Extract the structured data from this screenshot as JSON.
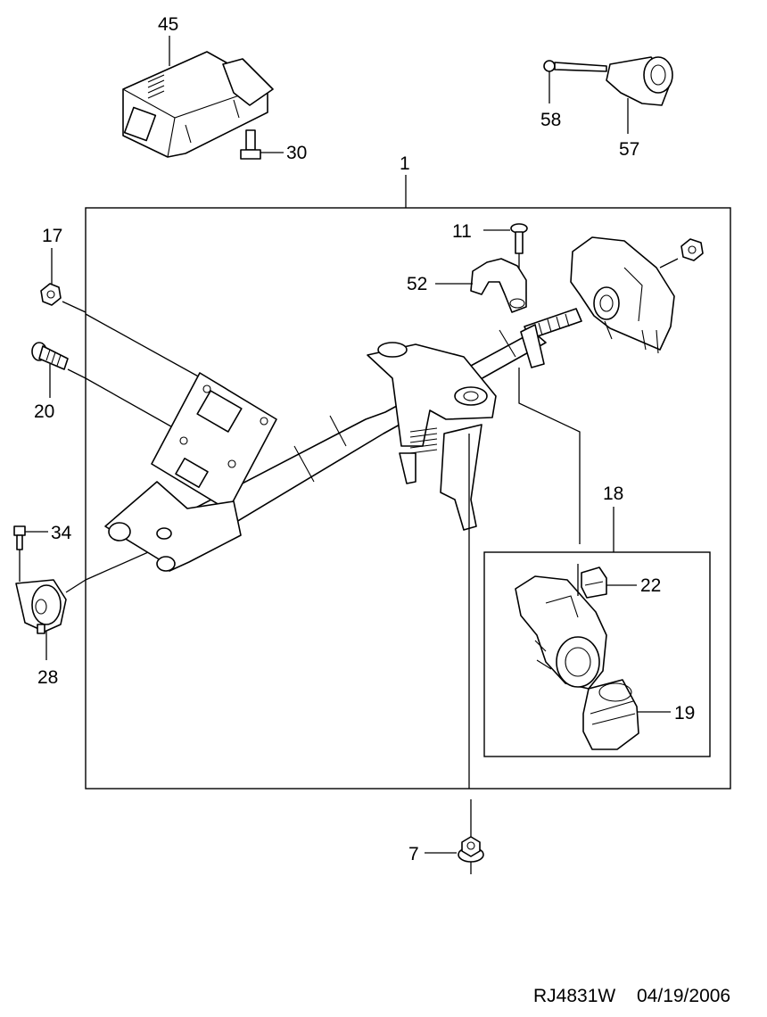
{
  "diagram": {
    "callouts": {
      "c45": "45",
      "c30": "30",
      "c58": "58",
      "c57": "57",
      "c1": "1",
      "c17": "17",
      "c11": "11",
      "c52": "52",
      "c20": "20",
      "c18": "18",
      "c34": "34",
      "c22": "22",
      "c28": "28",
      "c19": "19",
      "c7": "7"
    },
    "footer": {
      "code": "RJ4831W",
      "date": "04/19/2006"
    }
  }
}
